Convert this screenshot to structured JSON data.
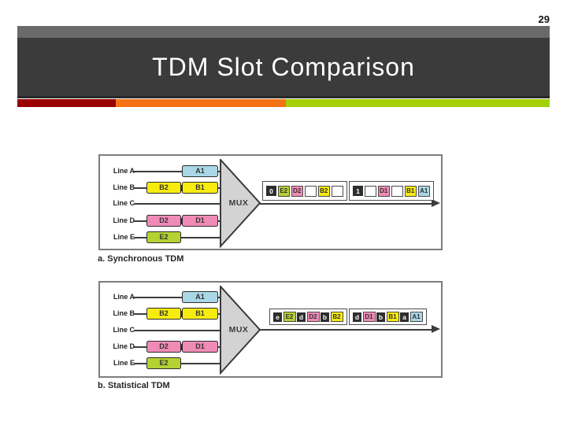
{
  "slide": {
    "page_number": "29",
    "title": "TDM Slot Comparison",
    "theme_colors": {
      "top_bar_gray": "#6a6a6a",
      "title_band_charcoal": "#3b3b3b",
      "accent_red": "#9a0000",
      "accent_orange": "#f47316",
      "accent_green": "#a4d007"
    }
  },
  "palette": {
    "blue": "#a9d7e6",
    "yellow": "#f7ec0f",
    "pink": "#f08ab6",
    "green": "#b4d233",
    "slot_dark": "#2d2d2d"
  },
  "figures": [
    {
      "caption": "a. Synchronous TDM",
      "mux_label": "MUX",
      "lines": [
        {
          "label": "Line A",
          "boxes": [
            {
              "label": "A1",
              "color": "blue"
            }
          ]
        },
        {
          "label": "Line B",
          "boxes": [
            {
              "label": "B2",
              "color": "yellow"
            },
            {
              "label": "B1",
              "color": "yellow"
            }
          ]
        },
        {
          "label": "Line C",
          "boxes": []
        },
        {
          "label": "Line D",
          "boxes": [
            {
              "label": "D2",
              "color": "pink"
            },
            {
              "label": "D1",
              "color": "pink"
            }
          ]
        },
        {
          "label": "Line E",
          "boxes": [
            {
              "label": "E2",
              "color": "green"
            }
          ]
        }
      ],
      "frames": [
        {
          "slots": [
            {
              "label": "0",
              "type": "address"
            },
            {
              "label": "E2",
              "type": "data",
              "color": "green"
            },
            {
              "label": "D2",
              "type": "data",
              "color": "pink"
            },
            {
              "label": "",
              "type": "empty"
            },
            {
              "label": "B2",
              "type": "data",
              "color": "yellow"
            },
            {
              "label": "",
              "type": "empty"
            }
          ]
        },
        {
          "slots": [
            {
              "label": "1",
              "type": "address"
            },
            {
              "label": "",
              "type": "empty"
            },
            {
              "label": "D1",
              "type": "data",
              "color": "pink"
            },
            {
              "label": "",
              "type": "empty"
            },
            {
              "label": "B1",
              "type": "data",
              "color": "yellow"
            },
            {
              "label": "A1",
              "type": "data",
              "color": "blue"
            }
          ]
        }
      ]
    },
    {
      "caption": "b. Statistical TDM",
      "mux_label": "MUX",
      "lines": [
        {
          "label": "Line A",
          "boxes": [
            {
              "label": "A1",
              "color": "blue"
            }
          ]
        },
        {
          "label": "Line B",
          "boxes": [
            {
              "label": "B2",
              "color": "yellow"
            },
            {
              "label": "B1",
              "color": "yellow"
            }
          ]
        },
        {
          "label": "Line C",
          "boxes": []
        },
        {
          "label": "Line D",
          "boxes": [
            {
              "label": "D2",
              "color": "pink"
            },
            {
              "label": "D1",
              "color": "pink"
            }
          ]
        },
        {
          "label": "Line E",
          "boxes": [
            {
              "label": "E2",
              "color": "green"
            }
          ]
        }
      ],
      "frames": [
        {
          "slots": [
            {
              "label": "e",
              "type": "address"
            },
            {
              "label": "E2",
              "type": "data",
              "color": "green"
            },
            {
              "label": "d",
              "type": "address"
            },
            {
              "label": "D2",
              "type": "data",
              "color": "pink"
            },
            {
              "label": "b",
              "type": "address"
            },
            {
              "label": "B2",
              "type": "data",
              "color": "yellow"
            }
          ]
        },
        {
          "slots": [
            {
              "label": "d",
              "type": "address"
            },
            {
              "label": "D1",
              "type": "data",
              "color": "pink"
            },
            {
              "label": "b",
              "type": "address"
            },
            {
              "label": "B1",
              "type": "data",
              "color": "yellow"
            },
            {
              "label": "a",
              "type": "address"
            },
            {
              "label": "A1",
              "type": "data",
              "color": "blue"
            }
          ]
        }
      ]
    }
  ]
}
